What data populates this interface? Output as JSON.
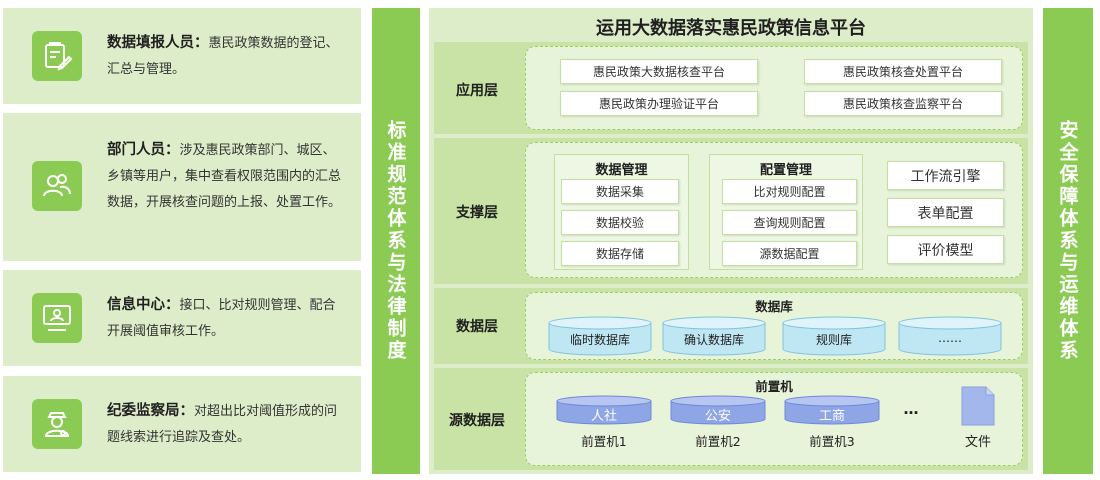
{
  "users": [
    {
      "title": "数据填报人员：",
      "desc": "惠民政策数据的登记、汇总与管理。",
      "icon": "form-edit-icon"
    },
    {
      "title": "部门人员：",
      "desc": "涉及惠民政策部门、城区、乡镇等用户，集中查看权限范围内的汇总数据，开展核查问题的上报、处置工作。",
      "icon": "people-icon"
    },
    {
      "title": "信息中心：",
      "desc": "接口、比对规则管理、配合开展阈值审核工作。",
      "icon": "monitor-user-icon"
    },
    {
      "title": "纪委监察局：",
      "desc": "对超出比对阈值形成的问题线索进行追踪及查处。",
      "icon": "inspector-icon"
    }
  ],
  "left_bar": "标准规范体系与法律制度",
  "right_bar": "安全保障体系与运维体系",
  "platform": {
    "title": "运用大数据落实惠民政策信息平台",
    "app_layer": {
      "label": "应用层",
      "items": [
        "惠民政策大数据核查平台",
        "惠民政策核查处置平台",
        "惠民政策办理验证平台",
        "惠民政策核查监察平台"
      ]
    },
    "support_layer": {
      "label": "支撑层",
      "data_mgmt": {
        "title": "数据管理",
        "items": [
          "数据采集",
          "数据校验",
          "数据存储"
        ]
      },
      "config_mgmt": {
        "title": "配置管理",
        "items": [
          "比对规则配置",
          "查询规则配置",
          "源数据配置"
        ]
      },
      "engines": [
        "工作流引擎",
        "表单配置",
        "评价模型"
      ]
    },
    "data_layer": {
      "label": "数据层",
      "title": "数据库",
      "dbs": [
        "临时数据库",
        "确认数据库",
        "规则库",
        "……"
      ]
    },
    "source_layer": {
      "label": "源数据层",
      "title": "前置机",
      "sources": [
        {
          "name": "人社",
          "caption": "前置机1"
        },
        {
          "name": "公安",
          "caption": "前置机2"
        },
        {
          "name": "工商",
          "caption": "前置机3"
        }
      ],
      "ellipsis": "…",
      "file_label": "文件"
    }
  },
  "colors": {
    "accent": "#8ccb53",
    "card_bg": "#ddedc9",
    "layer_bg": "#c8e3a5",
    "db_fill": "#bfe6f3",
    "server_fill": "#8fa6e6"
  }
}
